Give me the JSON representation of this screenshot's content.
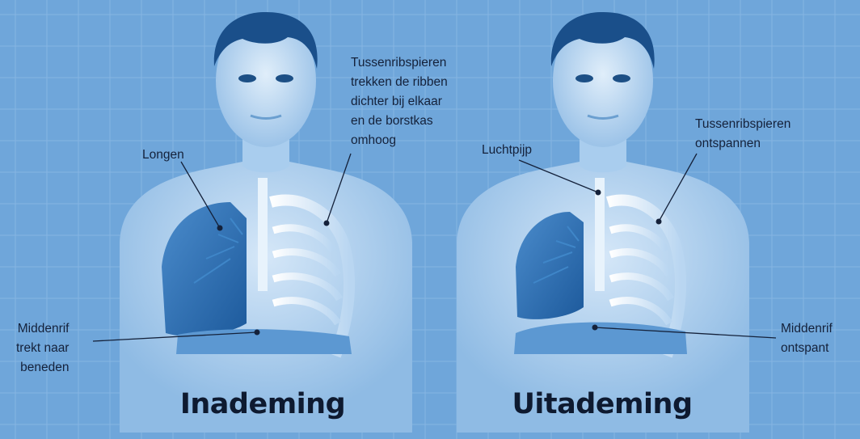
{
  "panels": [
    {
      "title": "Inademing",
      "labels": {
        "lungs": "Longen",
        "intercostal": "Tussenribspieren\ntrekken de ribben\ndichter bij elkaar\nen de borstkas\nomhoog",
        "diaphragm": "Middenrif\ntrekt naar\nbeneden"
      }
    },
    {
      "title": "Uitademing",
      "labels": {
        "trachea": "Luchtpijp",
        "intercostal": "Tussenribspieren\nontspannen",
        "diaphragm": "Middenrif\nontspant"
      }
    }
  ],
  "colors": {
    "background": "#6fa6da",
    "grid": "#8dbbe6",
    "body": "#b5d3ef",
    "lung": "#2f73b5",
    "rib": "#e4f0fb",
    "text": "#14213a"
  }
}
